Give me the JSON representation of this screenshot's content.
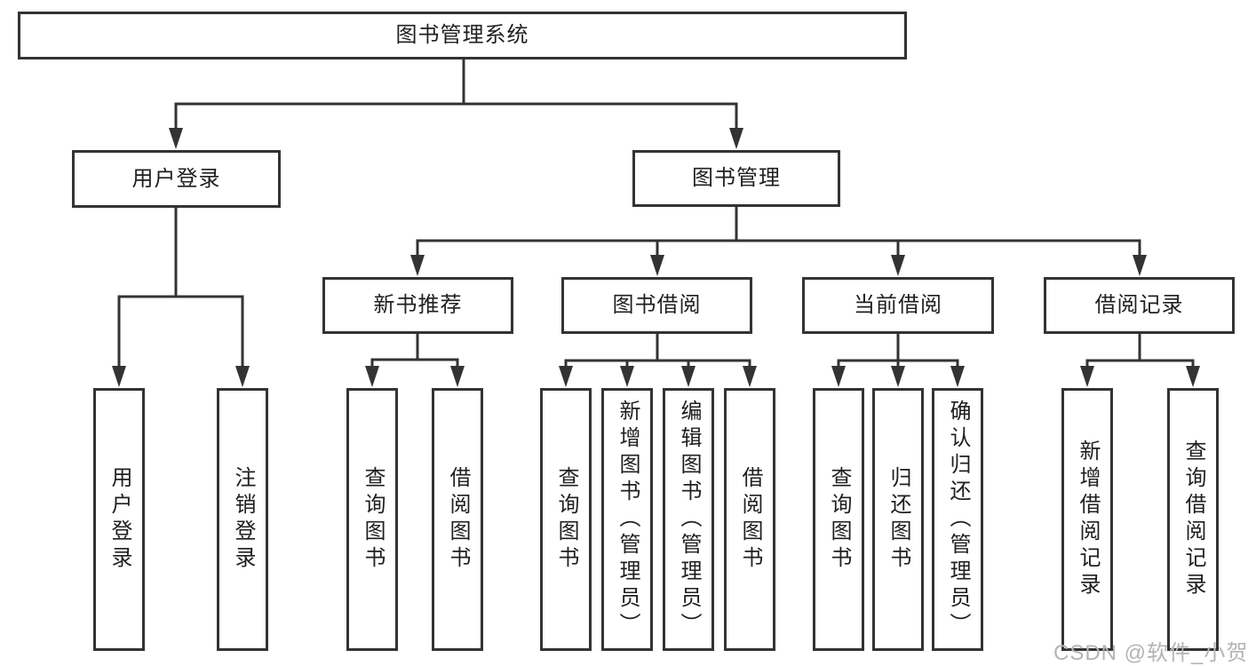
{
  "colors": {
    "line": "#333333",
    "text": "#1f1f1f",
    "background": "#ffffff",
    "watermark": "#b4b4b4"
  },
  "watermark": "CSDN @软件_小贺同学",
  "tree": {
    "root": "图书管理系统",
    "branches": [
      {
        "label": "用户登录",
        "children": [
          "用户登录",
          "注销登录"
        ]
      },
      {
        "label": "图书管理",
        "sections": [
          {
            "label": "新书推荐",
            "children": [
              "查询图书",
              "借阅图书"
            ]
          },
          {
            "label": "图书借阅",
            "children": [
              "查询图书",
              "新增图书（管理员）",
              "编辑图书（管理员）",
              "借阅图书"
            ]
          },
          {
            "label": "当前借阅",
            "children": [
              "查询图书",
              "归还图书",
              "确认归还（管理员）"
            ]
          },
          {
            "label": "借阅记录",
            "children": [
              "新增借阅记录",
              "查询借阅记录"
            ]
          }
        ]
      }
    ]
  }
}
